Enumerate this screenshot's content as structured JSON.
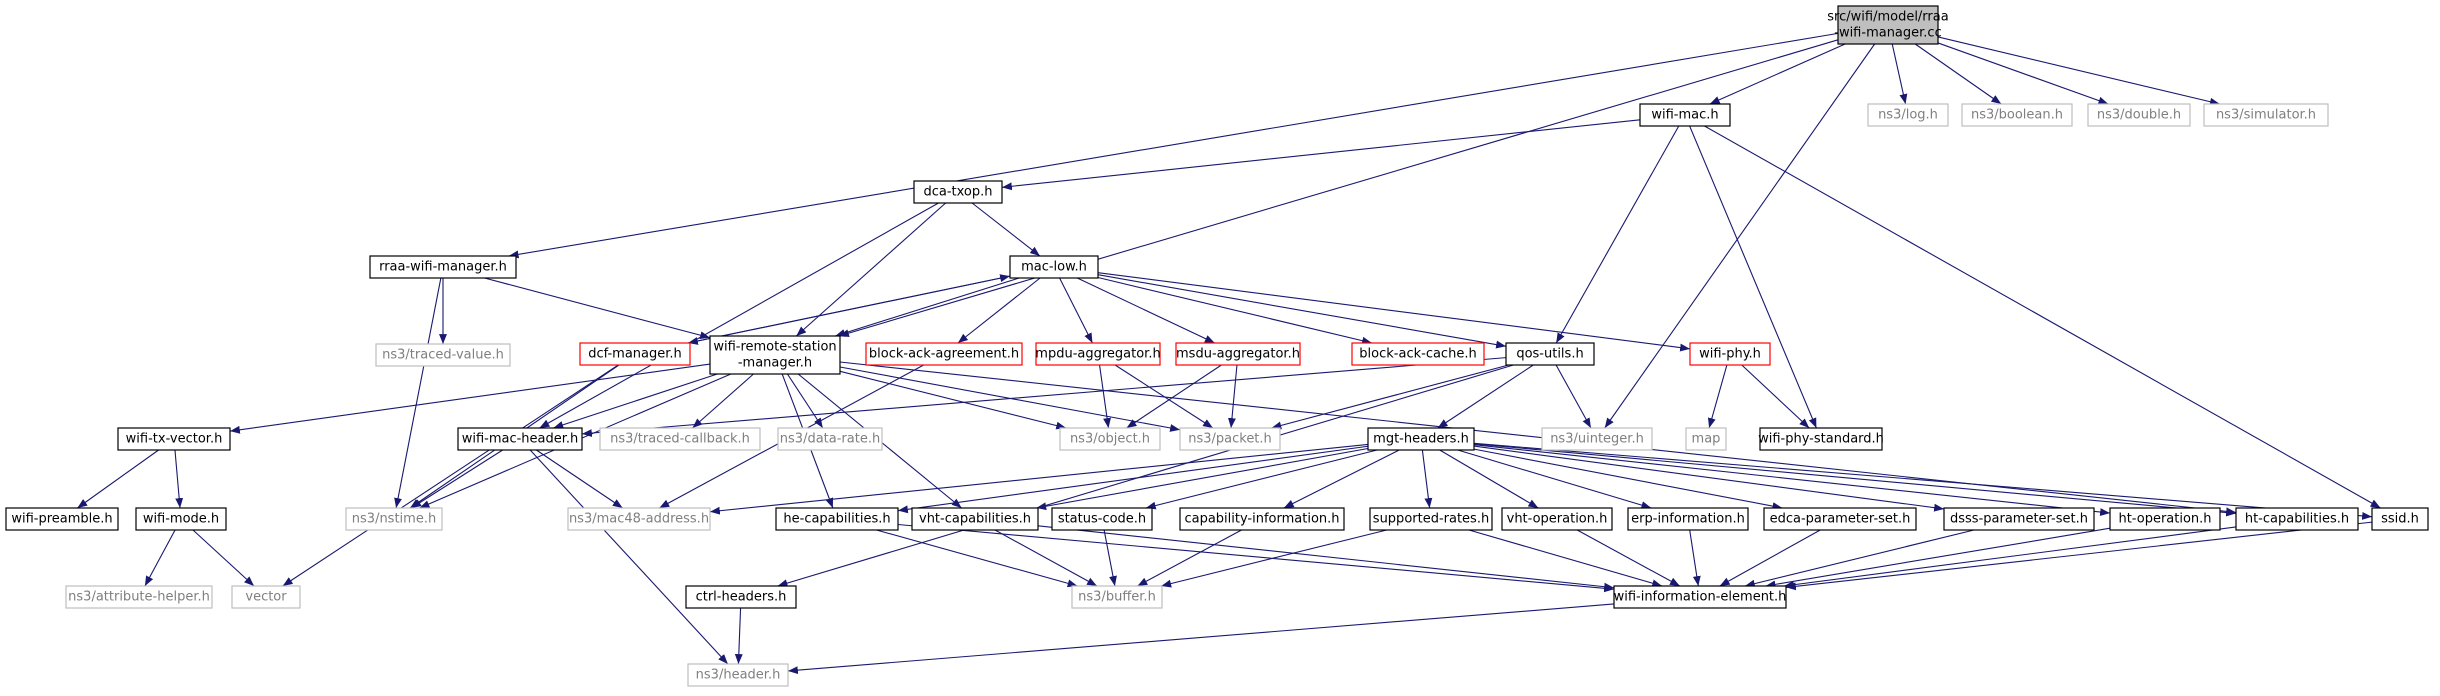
{
  "colors": {
    "edge": "#191970",
    "root_fill": "#bfbfbf",
    "normal_border": "#000000",
    "truncated_border": "#ff0000",
    "external_border": "#bfbfbf",
    "external_text": "#7f7f7f",
    "normal_text": "#000000"
  },
  "nodes": {
    "root": {
      "lines": [
        "src/wifi/model/rraa",
        "-wifi-manager.cc"
      ],
      "kind": "root"
    },
    "wifi_mac_h": {
      "lines": [
        "wifi-mac.h"
      ],
      "kind": "normal"
    },
    "ns3_log_h": {
      "lines": [
        "ns3/log.h"
      ],
      "kind": "external"
    },
    "ns3_boolean_h": {
      "lines": [
        "ns3/boolean.h"
      ],
      "kind": "external"
    },
    "ns3_double_h": {
      "lines": [
        "ns3/double.h"
      ],
      "kind": "external"
    },
    "ns3_simulator_h": {
      "lines": [
        "ns3/simulator.h"
      ],
      "kind": "external"
    },
    "dca_txop_h": {
      "lines": [
        "dca-txop.h"
      ],
      "kind": "normal"
    },
    "rraa_wifi_manager_h": {
      "lines": [
        "rraa-wifi-manager.h"
      ],
      "kind": "normal"
    },
    "mac_low_h": {
      "lines": [
        "mac-low.h"
      ],
      "kind": "normal"
    },
    "ns3_traced_value_h": {
      "lines": [
        "ns3/traced-value.h"
      ],
      "kind": "external"
    },
    "dcf_manager_h": {
      "lines": [
        "dcf-manager.h"
      ],
      "kind": "truncated"
    },
    "wifi_remote_station_manager_h": {
      "lines": [
        "wifi-remote-station",
        "-manager.h"
      ],
      "kind": "normal"
    },
    "block_ack_agreement_h": {
      "lines": [
        "block-ack-agreement.h"
      ],
      "kind": "truncated"
    },
    "mpdu_aggregator_h": {
      "lines": [
        "mpdu-aggregator.h"
      ],
      "kind": "truncated"
    },
    "msdu_aggregator_h": {
      "lines": [
        "msdu-aggregator.h"
      ],
      "kind": "truncated"
    },
    "block_ack_cache_h": {
      "lines": [
        "block-ack-cache.h"
      ],
      "kind": "truncated"
    },
    "qos_utils_h": {
      "lines": [
        "qos-utils.h"
      ],
      "kind": "normal"
    },
    "wifi_phy_h": {
      "lines": [
        "wifi-phy.h"
      ],
      "kind": "truncated"
    },
    "wifi_tx_vector_h": {
      "lines": [
        "wifi-tx-vector.h"
      ],
      "kind": "normal"
    },
    "wifi_mac_header_h": {
      "lines": [
        "wifi-mac-header.h"
      ],
      "kind": "normal"
    },
    "ns3_traced_callback_h": {
      "lines": [
        "ns3/traced-callback.h"
      ],
      "kind": "external"
    },
    "ns3_data_rate_h": {
      "lines": [
        "ns3/data-rate.h"
      ],
      "kind": "external"
    },
    "ns3_object_h": {
      "lines": [
        "ns3/object.h"
      ],
      "kind": "external"
    },
    "ns3_packet_h": {
      "lines": [
        "ns3/packet.h"
      ],
      "kind": "external"
    },
    "mgt_headers_h": {
      "lines": [
        "mgt-headers.h"
      ],
      "kind": "normal"
    },
    "ns3_uinteger_h": {
      "lines": [
        "ns3/uinteger.h"
      ],
      "kind": "external"
    },
    "map": {
      "lines": [
        "map"
      ],
      "kind": "external"
    },
    "wifi_phy_standard_h": {
      "lines": [
        "wifi-phy-standard.h"
      ],
      "kind": "normal"
    },
    "wifi_preamble_h": {
      "lines": [
        "wifi-preamble.h"
      ],
      "kind": "normal"
    },
    "wifi_mode_h": {
      "lines": [
        "wifi-mode.h"
      ],
      "kind": "normal"
    },
    "ns3_nstime_h": {
      "lines": [
        "ns3/nstime.h"
      ],
      "kind": "external"
    },
    "ns3_mac48_address_h": {
      "lines": [
        "ns3/mac48-address.h"
      ],
      "kind": "external"
    },
    "he_capabilities_h": {
      "lines": [
        "he-capabilities.h"
      ],
      "kind": "normal"
    },
    "vht_capabilities_h": {
      "lines": [
        "vht-capabilities.h"
      ],
      "kind": "normal"
    },
    "status_code_h": {
      "lines": [
        "status-code.h"
      ],
      "kind": "normal"
    },
    "capability_information_h": {
      "lines": [
        "capability-information.h"
      ],
      "kind": "normal"
    },
    "supported_rates_h": {
      "lines": [
        "supported-rates.h"
      ],
      "kind": "normal"
    },
    "vht_operation_h": {
      "lines": [
        "vht-operation.h"
      ],
      "kind": "normal"
    },
    "erp_information_h": {
      "lines": [
        "erp-information.h"
      ],
      "kind": "normal"
    },
    "edca_parameter_set_h": {
      "lines": [
        "edca-parameter-set.h"
      ],
      "kind": "normal"
    },
    "dsss_parameter_set_h": {
      "lines": [
        "dsss-parameter-set.h"
      ],
      "kind": "normal"
    },
    "ht_operation_h": {
      "lines": [
        "ht-operation.h"
      ],
      "kind": "normal"
    },
    "ht_capabilities_h": {
      "lines": [
        "ht-capabilities.h"
      ],
      "kind": "normal"
    },
    "ssid_h": {
      "lines": [
        "ssid.h"
      ],
      "kind": "normal"
    },
    "ns3_attribute_helper_h": {
      "lines": [
        "ns3/attribute-helper.h"
      ],
      "kind": "external"
    },
    "vector": {
      "lines": [
        "vector"
      ],
      "kind": "external"
    },
    "ctrl_headers_h": {
      "lines": [
        "ctrl-headers.h"
      ],
      "kind": "normal"
    },
    "ns3_buffer_h": {
      "lines": [
        "ns3/buffer.h"
      ],
      "kind": "external"
    },
    "wifi_information_element_h": {
      "lines": [
        "wifi-information-element.h"
      ],
      "kind": "normal"
    },
    "ns3_header_h": {
      "lines": [
        "ns3/header.h"
      ],
      "kind": "external"
    }
  },
  "edges": [
    [
      "root",
      "wifi_mac_h"
    ],
    [
      "root",
      "ns3_log_h"
    ],
    [
      "root",
      "ns3_boolean_h"
    ],
    [
      "root",
      "ns3_double_h"
    ],
    [
      "root",
      "ns3_simulator_h"
    ],
    [
      "root",
      "rraa_wifi_manager_h"
    ],
    [
      "root",
      "wifi_remote_station_manager_h"
    ],
    [
      "root",
      "ns3_uinteger_h"
    ],
    [
      "wifi_mac_h",
      "dca_txop_h"
    ],
    [
      "wifi_mac_h",
      "qos_utils_h"
    ],
    [
      "wifi_mac_h",
      "wifi_phy_standard_h"
    ],
    [
      "wifi_mac_h",
      "ssid_h"
    ],
    [
      "dca_txop_h",
      "mac_low_h"
    ],
    [
      "dca_txop_h",
      "wifi_remote_station_manager_h"
    ],
    [
      "dca_txop_h",
      "wifi_mac_header_h"
    ],
    [
      "rraa_wifi_manager_h",
      "wifi_remote_station_manager_h"
    ],
    [
      "rraa_wifi_manager_h",
      "ns3_traced_value_h"
    ],
    [
      "rraa_wifi_manager_h",
      "ns3_nstime_h"
    ],
    [
      "mac_low_h",
      "dcf_manager_h"
    ],
    [
      "mac_low_h",
      "wifi_remote_station_manager_h"
    ],
    [
      "mac_low_h",
      "block_ack_agreement_h"
    ],
    [
      "mac_low_h",
      "mpdu_aggregator_h"
    ],
    [
      "mac_low_h",
      "msdu_aggregator_h"
    ],
    [
      "mac_low_h",
      "block_ack_cache_h"
    ],
    [
      "mac_low_h",
      "qos_utils_h"
    ],
    [
      "mac_low_h",
      "wifi_phy_h"
    ],
    [
      "dcf_manager_h",
      "mac_low_h"
    ],
    [
      "dcf_manager_h",
      "ns3_nstime_h"
    ],
    [
      "dcf_manager_h",
      "vector"
    ],
    [
      "wifi_remote_station_manager_h",
      "wifi_tx_vector_h"
    ],
    [
      "wifi_remote_station_manager_h",
      "ns3_traced_callback_h"
    ],
    [
      "wifi_remote_station_manager_h",
      "ns3_data_rate_h"
    ],
    [
      "wifi_remote_station_manager_h",
      "ns3_object_h"
    ],
    [
      "wifi_remote_station_manager_h",
      "ns3_packet_h"
    ],
    [
      "wifi_remote_station_manager_h",
      "ns3_nstime_h"
    ],
    [
      "wifi_remote_station_manager_h",
      "he_capabilities_h"
    ],
    [
      "wifi_remote_station_manager_h",
      "vht_capabilities_h"
    ],
    [
      "wifi_remote_station_manager_h",
      "ht_capabilities_h"
    ],
    [
      "wifi_remote_station_manager_h",
      "wifi_mac_header_h"
    ],
    [
      "block_ack_agreement_h",
      "ns3_mac48_address_h"
    ],
    [
      "mpdu_aggregator_h",
      "ns3_object_h"
    ],
    [
      "mpdu_aggregator_h",
      "ns3_packet_h"
    ],
    [
      "msdu_aggregator_h",
      "ns3_object_h"
    ],
    [
      "msdu_aggregator_h",
      "ns3_packet_h"
    ],
    [
      "qos_utils_h",
      "mgt_headers_h"
    ],
    [
      "qos_utils_h",
      "ns3_uinteger_h"
    ],
    [
      "qos_utils_h",
      "ns3_packet_h"
    ],
    [
      "qos_utils_h",
      "wifi_mac_header_h"
    ],
    [
      "qos_utils_h",
      "ctrl_headers_h"
    ],
    [
      "wifi_phy_h",
      "map"
    ],
    [
      "wifi_phy_h",
      "wifi_phy_standard_h"
    ],
    [
      "wifi_tx_vector_h",
      "wifi_preamble_h"
    ],
    [
      "wifi_tx_vector_h",
      "wifi_mode_h"
    ],
    [
      "wifi_mode_h",
      "ns3_attribute_helper_h"
    ],
    [
      "wifi_mode_h",
      "vector"
    ],
    [
      "wifi_mac_header_h",
      "ns3_nstime_h"
    ],
    [
      "wifi_mac_header_h",
      "ns3_mac48_address_h"
    ],
    [
      "wifi_mac_header_h",
      "ns3_header_h"
    ],
    [
      "mgt_headers_h",
      "he_capabilities_h"
    ],
    [
      "mgt_headers_h",
      "vht_capabilities_h"
    ],
    [
      "mgt_headers_h",
      "status_code_h"
    ],
    [
      "mgt_headers_h",
      "capability_information_h"
    ],
    [
      "mgt_headers_h",
      "supported_rates_h"
    ],
    [
      "mgt_headers_h",
      "vht_operation_h"
    ],
    [
      "mgt_headers_h",
      "erp_information_h"
    ],
    [
      "mgt_headers_h",
      "edca_parameter_set_h"
    ],
    [
      "mgt_headers_h",
      "dsss_parameter_set_h"
    ],
    [
      "mgt_headers_h",
      "ht_operation_h"
    ],
    [
      "mgt_headers_h",
      "ht_capabilities_h"
    ],
    [
      "mgt_headers_h",
      "ssid_h"
    ],
    [
      "mgt_headers_h",
      "ns3_mac48_address_h"
    ],
    [
      "he_capabilities_h",
      "ns3_buffer_h"
    ],
    [
      "he_capabilities_h",
      "wifi_information_element_h"
    ],
    [
      "vht_capabilities_h",
      "ns3_buffer_h"
    ],
    [
      "vht_capabilities_h",
      "wifi_information_element_h"
    ],
    [
      "status_code_h",
      "ns3_buffer_h"
    ],
    [
      "capability_information_h",
      "ns3_buffer_h"
    ],
    [
      "supported_rates_h",
      "ns3_buffer_h"
    ],
    [
      "supported_rates_h",
      "wifi_information_element_h"
    ],
    [
      "vht_operation_h",
      "wifi_information_element_h"
    ],
    [
      "erp_information_h",
      "wifi_information_element_h"
    ],
    [
      "edca_parameter_set_h",
      "wifi_information_element_h"
    ],
    [
      "dsss_parameter_set_h",
      "wifi_information_element_h"
    ],
    [
      "ht_operation_h",
      "wifi_information_element_h"
    ],
    [
      "ht_capabilities_h",
      "wifi_information_element_h"
    ],
    [
      "ssid_h",
      "wifi_information_element_h"
    ],
    [
      "ctrl_headers_h",
      "ns3_header_h"
    ],
    [
      "wifi_information_element_h",
      "ns3_header_h"
    ]
  ]
}
